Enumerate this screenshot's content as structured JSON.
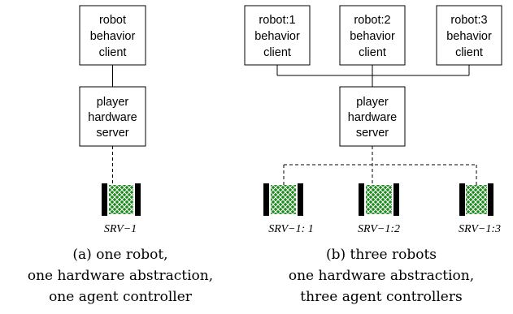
{
  "panel_a": {
    "client_box": [
      "robot",
      "behavior",
      "client"
    ],
    "server_box": [
      "player",
      "hardware",
      "server"
    ],
    "robot_label": "SRV−1",
    "caption": [
      "(a) one robot,",
      "one hardware abstraction,",
      "one agent controller"
    ]
  },
  "panel_b": {
    "client_boxes": [
      [
        "robot:1",
        "behavior",
        "client"
      ],
      [
        "robot:2",
        "behavior",
        "client"
      ],
      [
        "robot:3",
        "behavior",
        "client"
      ]
    ],
    "server_box": [
      "player",
      "hardware",
      "server"
    ],
    "robot_labels": [
      "SRV−1: 1",
      "SRV−1:2",
      "SRV−1:3"
    ],
    "caption": [
      "(b) three robots",
      "one hardware abstraction,",
      "three agent controllers"
    ]
  },
  "colors": {
    "robot_body": "#1a8a1a",
    "robot_pattern": "#ffffff",
    "wheels": "#000000"
  }
}
